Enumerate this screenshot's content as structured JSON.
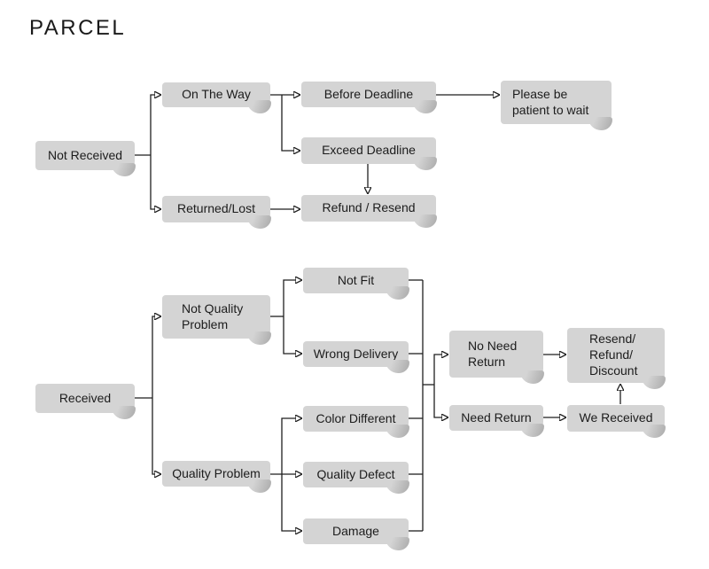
{
  "title": "PARCEL",
  "colors": {
    "background": "#ffffff",
    "node_fill": "#d4d4d4",
    "node_fold": "#aeaeae",
    "line": "#1f1f1f",
    "text": "#1c1c1c"
  },
  "nodes": {
    "not_received": "Not Received",
    "on_the_way": "On The Way",
    "returned_lost": "Returned/Lost",
    "before_deadline": "Before Deadline",
    "exceed_deadline": "Exceed Deadline",
    "refund_resend": "Refund / Resend",
    "please_wait": "Please be\npatient to wait",
    "received": "Received",
    "not_quality_problem": "Not Quality\nProblem",
    "quality_problem": "Quality Problem",
    "not_fit": "Not Fit",
    "wrong_delivery": "Wrong Delivery",
    "color_different": "Color Different",
    "quality_defect": "Quality Defect",
    "damage": "Damage",
    "no_need_return": "No Need\nReturn",
    "need_return": "Need Return",
    "resend_refund_discount": "Resend/\nRefund/\nDiscount",
    "we_received": "We Received"
  }
}
